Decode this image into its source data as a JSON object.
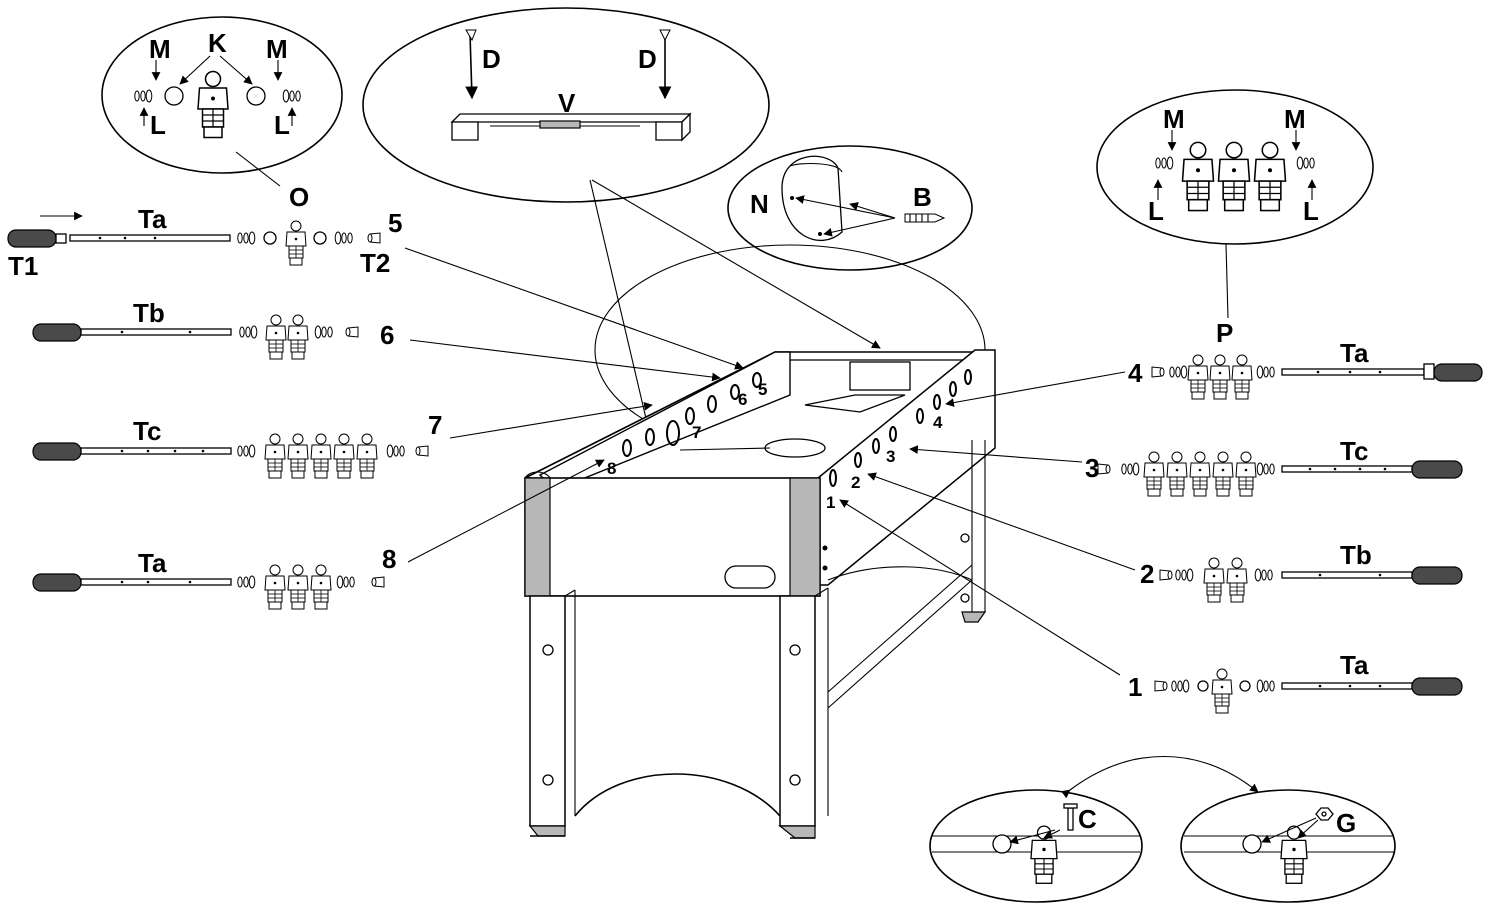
{
  "labels": {
    "detail_top_left": {
      "M_left": "M",
      "K": "K",
      "M_right": "M",
      "L_left": "L",
      "L_right": "L"
    },
    "detail_top_center": {
      "D_left": "D",
      "D_right": "D",
      "V": "V"
    },
    "detail_center_right": {
      "N": "N",
      "B": "B"
    },
    "detail_top_right": {
      "M_left": "M",
      "M_right": "M",
      "L_left": "L",
      "L_right": "L"
    },
    "detail_bottom_left": {
      "C": "C"
    },
    "detail_bottom_right": {
      "G": "G"
    },
    "left_rods": [
      {
        "rod": "Ta",
        "number": "5",
        "extra_top": "O",
        "handle_label": "T1",
        "cap_label": "T2"
      },
      {
        "rod": "Tb",
        "number": "6"
      },
      {
        "rod": "Tc",
        "number": "7"
      },
      {
        "rod": "Ta",
        "number": "8"
      }
    ],
    "right_rods": [
      {
        "rod": "Ta",
        "number": "4",
        "extra_top": "P"
      },
      {
        "rod": "Tc",
        "number": "3"
      },
      {
        "rod": "Tb",
        "number": "2"
      },
      {
        "rod": "Ta",
        "number": "1"
      }
    ],
    "table_holes": {
      "front_wall": [
        "5",
        "6",
        "7",
        "8"
      ],
      "back_wall": [
        "4",
        "3",
        "2",
        "1"
      ]
    }
  }
}
